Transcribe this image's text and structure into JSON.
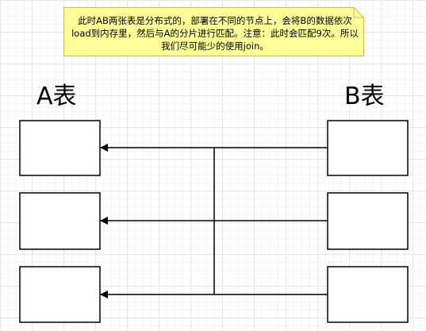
{
  "note": {
    "text": "此时AB两张表是分布式的，部署在不同的节点上，会将B的数据依次load到内存里，然后与A的分片进行匹配。注意：此时会匹配9次。所以我们尽可能少的使用join。",
    "fill": "#ffff99",
    "border": "#d6b656"
  },
  "tables": {
    "a_title": "A表",
    "b_title": "B表"
  },
  "line_color": "#000000"
}
